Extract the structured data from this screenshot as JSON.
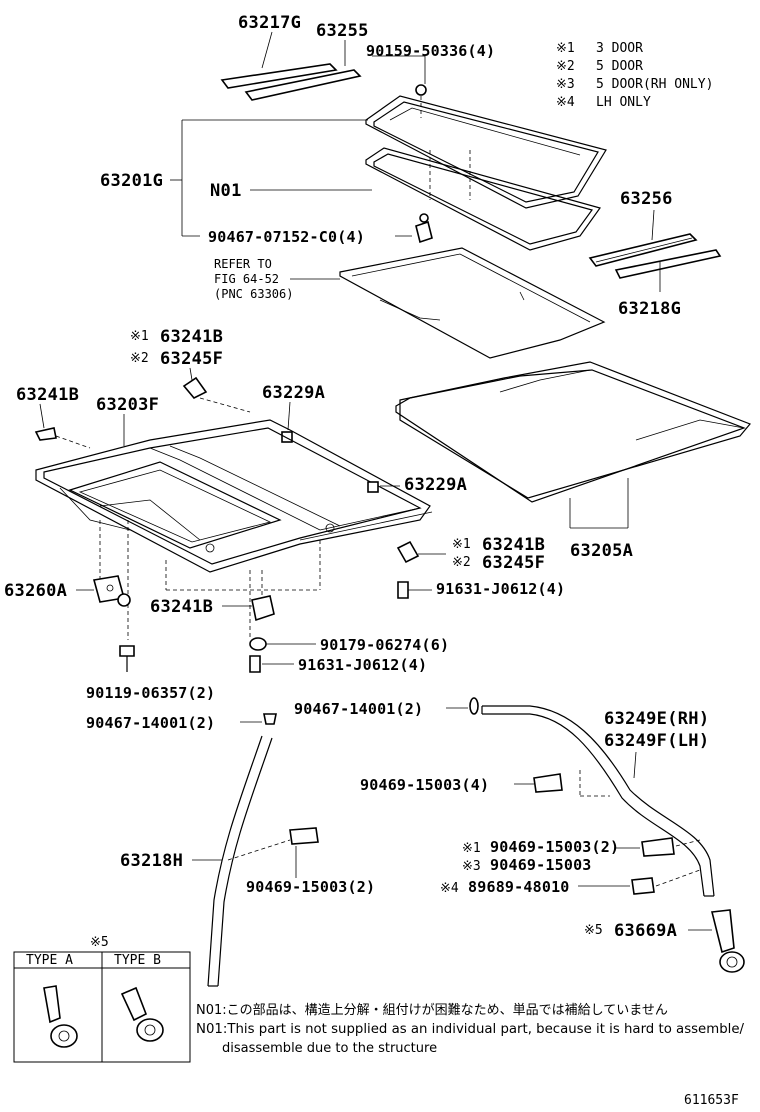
{
  "legend": [
    {
      "mark": "※1",
      "text": "3 DOOR"
    },
    {
      "mark": "※2",
      "text": "5 DOOR"
    },
    {
      "mark": "※3",
      "text": "5 DOOR(RH ONLY)"
    },
    {
      "mark": "※4",
      "text": "LH ONLY"
    }
  ],
  "labels": {
    "p63217G": "63217G",
    "p63255": "63255",
    "p90159": "90159-50336(4)",
    "p63201G": "63201G",
    "n01": "N01",
    "p90467_07152": "90467-07152-C0(4)",
    "p63256": "63256",
    "refer1": "REFER TO",
    "refer2": "FIG 64-52",
    "refer3": "(PNC 63306)",
    "p63218G": "63218G",
    "m1a": "※1",
    "p63241B_a": "63241B",
    "m2a": "※2",
    "p63245F_a": "63245F",
    "p63241B_left": "63241B",
    "p63203F": "63203F",
    "p63229A_top": "63229A",
    "p63229A_right": "63229A",
    "m1b": "※1",
    "p63241B_b": "63241B",
    "m2b": "※2",
    "p63245F_b": "63245F",
    "p63205A": "63205A",
    "p63260A": "63260A",
    "p91631_a": "91631-J0612(4)",
    "p63241B_bottom": "63241B",
    "p90179": "90179-06274(6)",
    "p91631_b": "91631-J0612(4)",
    "p90119": "90119-06357(2)",
    "p90467_14001_left": "90467-14001(2)",
    "p90467_14001_right": "90467-14001(2)",
    "p63249E": "63249E(RH)",
    "p63249F": "63249F(LH)",
    "p90469_a": "90469-15003(4)",
    "p63218H": "63218H",
    "m1c": "※1",
    "p90469_b": "90469-15003(2)",
    "m3c": "※3",
    "p90469_c": "90469-15003",
    "m4c": "※4",
    "p89689": "89689-48010",
    "m5c": "※5",
    "p63669A": "63669A",
    "m5box": "※5",
    "typeA": "TYPE A",
    "typeB": "TYPE B",
    "note1": "N01:この部品は、構造上分解・組付けが困難なため、単品では補給していません",
    "note2": "N01:This part is not supplied as an individual part, because it is hard to assemble/",
    "note3": "disassemble due to the structure",
    "figno": "611653F"
  }
}
